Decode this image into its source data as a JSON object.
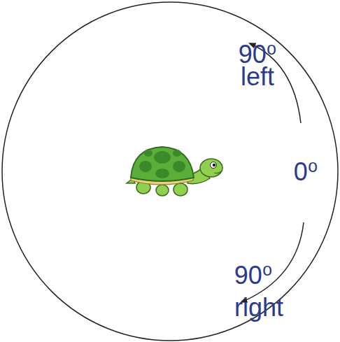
{
  "diagram": {
    "labels": [
      "90⁰",
      "left",
      "0⁰",
      "90⁰",
      "right"
    ]
  }
}
